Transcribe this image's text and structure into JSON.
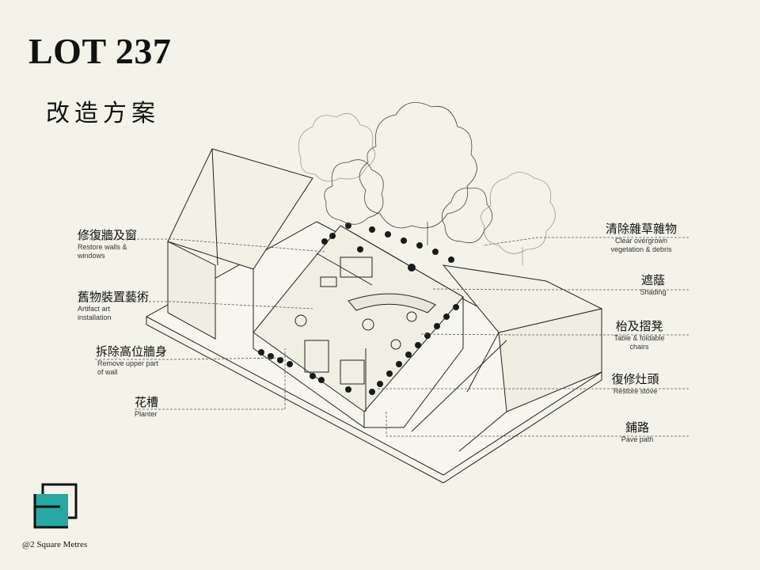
{
  "title": "LOT 237",
  "subtitle": "改造方案",
  "annotations_left": [
    {
      "zh": "修復牆及窗",
      "en": "Restore walls &\nwindows"
    },
    {
      "zh": "舊物裝置藝術",
      "en": "Artifact  art\ninstallation"
    },
    {
      "zh": "拆除高位牆身",
      "en": "Remove upper part\nof  wall"
    },
    {
      "zh": "花槽",
      "en": "Planter"
    }
  ],
  "annotations_right": [
    {
      "zh": "清除雜草雜物",
      "en": "Clear overgrown\nvegetation & debris"
    },
    {
      "zh": "遮蔭",
      "en": "Shading"
    },
    {
      "zh": "枱及摺凳",
      "en": "Table & foldable\nchairs"
    },
    {
      "zh": "復修灶頭",
      "en": "Restore stove"
    },
    {
      "zh": "鋪路",
      "en": "Pave path"
    }
  ],
  "footer": "@2 Square Metres",
  "colors": {
    "background": "#f4f3e9",
    "logo_teal": "#26a9a3",
    "ink": "#111111"
  }
}
